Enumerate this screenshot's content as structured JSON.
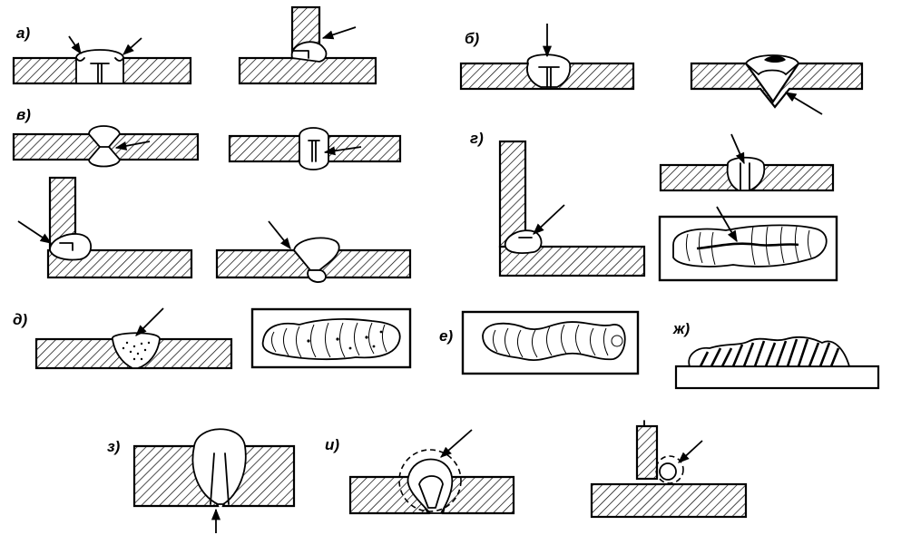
{
  "labels": {
    "a": "а)",
    "b": "б)",
    "v": "в)",
    "g": "г)",
    "d": "д)",
    "e": "е)",
    "zh": "ж)",
    "z": "з)",
    "i": "и)"
  }
}
